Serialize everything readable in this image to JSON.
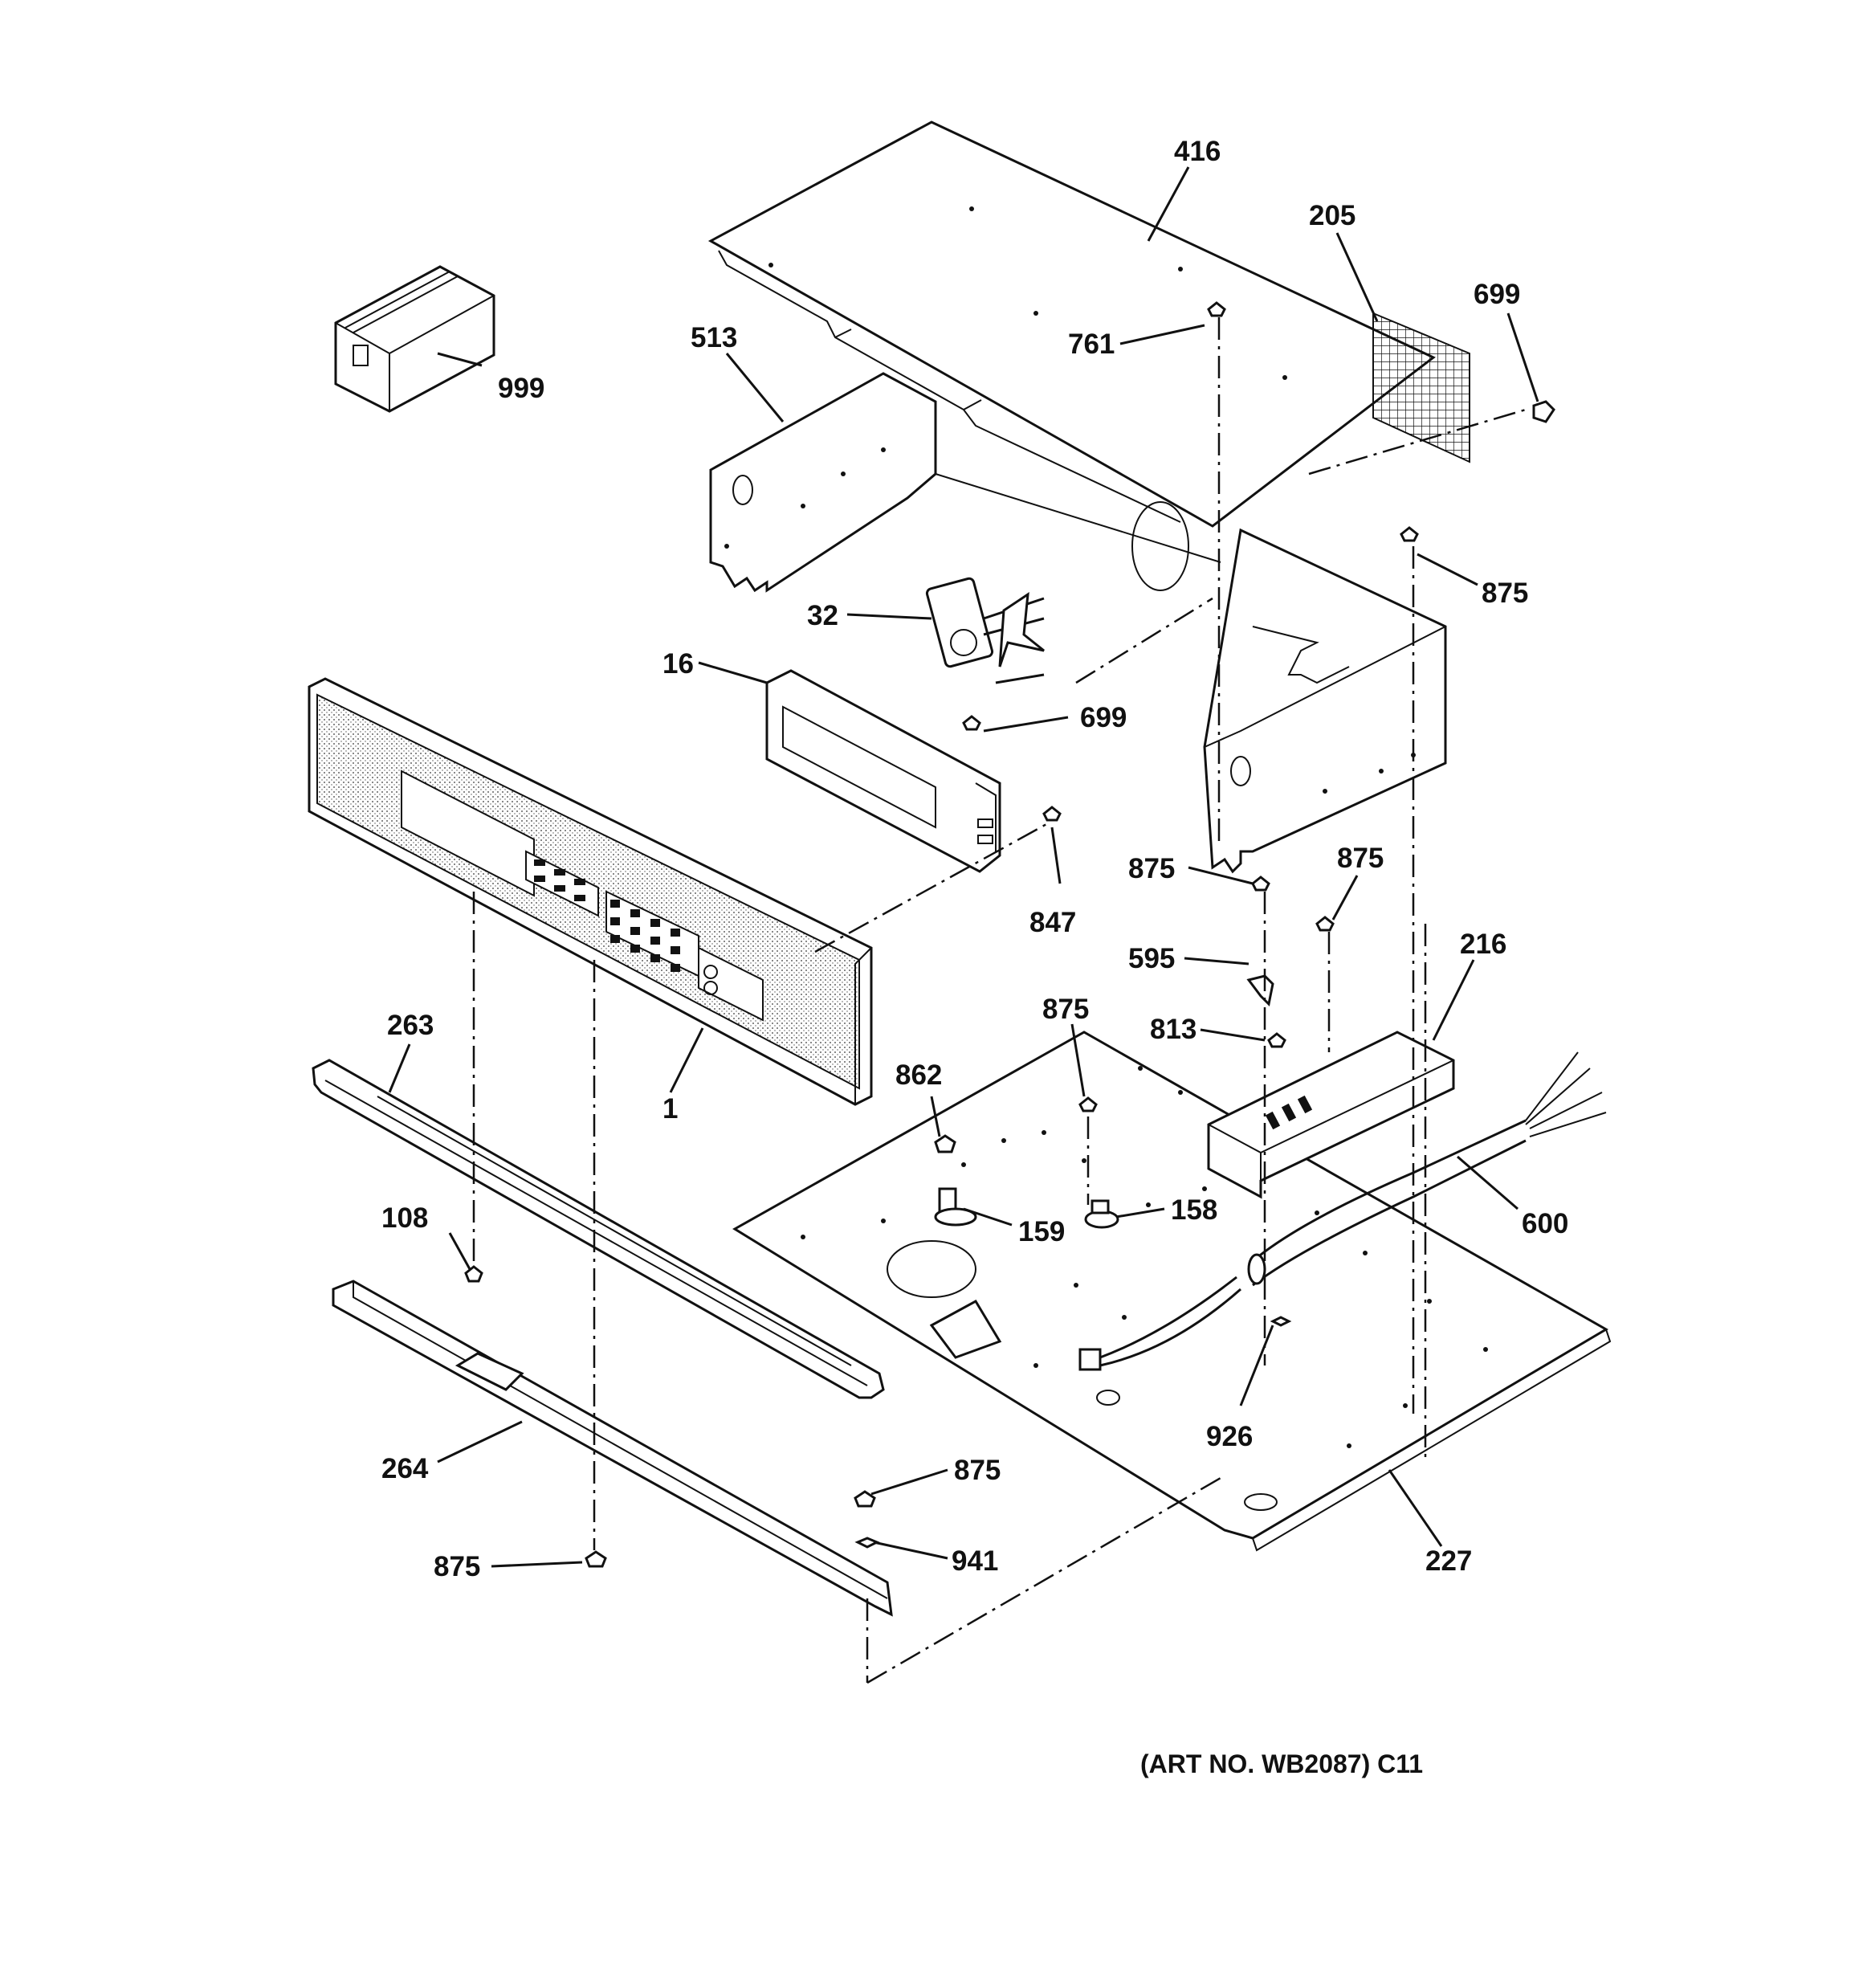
{
  "labels": {
    "l416": "416",
    "l205": "205",
    "l699a": "699",
    "l513": "513",
    "l761": "761",
    "l999": "999",
    "l875a": "875",
    "l32": "32",
    "l16": "16",
    "l699b": "699",
    "l847": "847",
    "l875b": "875",
    "l875c": "875",
    "l216": "216",
    "l595": "595",
    "l875d": "875",
    "l813": "813",
    "l263": "263",
    "l862": "862",
    "l1": "1",
    "l158": "158",
    "l159": "159",
    "l600": "600",
    "l108": "108",
    "l926": "926",
    "l264": "264",
    "l875e": "875",
    "l941": "941",
    "l227": "227",
    "l875f": "875"
  },
  "art_number": "(ART NO. WB2087) C11"
}
